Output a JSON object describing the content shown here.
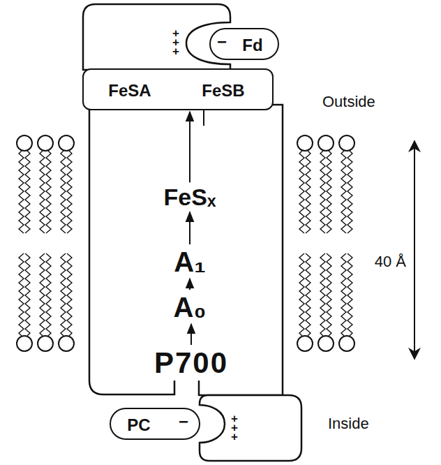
{
  "diagram": {
    "nodes": [
      {
        "text": [
          "+ + +"
        ]
      },
      {
        "text": [
          "−",
          "Fd"
        ]
      },
      {
        "text": [
          "FeSA",
          "FeSB"
        ]
      },
      {
        "text": [
          "FeSₓ"
        ]
      },
      {
        "text": [
          "A₁"
        ]
      },
      {
        "text": [
          "A₀"
        ]
      },
      {
        "text": [
          "P700"
        ]
      },
      {
        "text": [
          "PC",
          "−"
        ]
      },
      {
        "text": [
          "+ + +"
        ]
      }
    ],
    "edges": [
      {
        "from": 6,
        "to": 5,
        "arrow": "to"
      },
      {
        "from": 5,
        "to": 4,
        "arrow": "to"
      },
      {
        "from": 4,
        "to": 3,
        "arrow": "to"
      },
      {
        "from": 3,
        "to": 2,
        "arrow": "to"
      }
    ],
    "labels": [
      "Outside",
      "40 Å",
      "Inside"
    ]
  }
}
